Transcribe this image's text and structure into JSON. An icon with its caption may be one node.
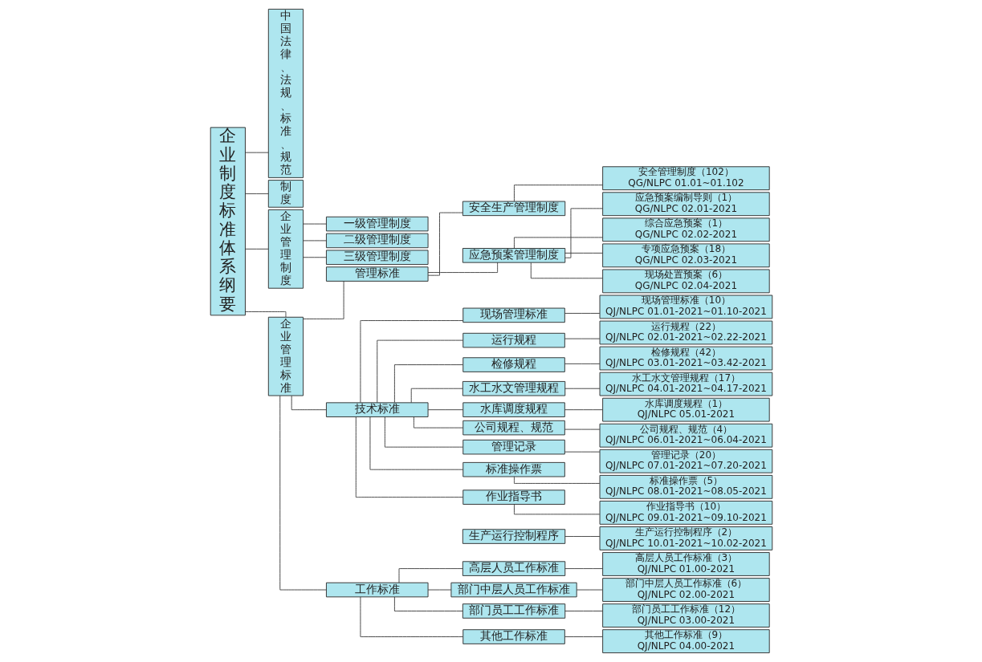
{
  "diagram": {
    "nodes": [
      {
        "text": [
          "企业制度标准体系纲要"
        ]
      },
      {
        "text": [
          "中国法律、法规、标准、规范"
        ]
      },
      {
        "text": [
          "制度"
        ]
      },
      {
        "text": [
          "企业管理制度"
        ]
      },
      {
        "text": [
          "企业管理标准"
        ]
      },
      {
        "text": [
          "一级管理制度"
        ]
      },
      {
        "text": [
          "二级管理制度"
        ]
      },
      {
        "text": [
          "三级管理制度"
        ]
      },
      {
        "text": [
          "管理标准"
        ]
      },
      {
        "text": [
          "技术标准"
        ]
      },
      {
        "text": [
          "工作标准"
        ]
      },
      {
        "text": [
          "安全生产管理制度"
        ]
      },
      {
        "text": [
          "应急预案管理制度"
        ]
      },
      {
        "text": [
          "安全管理制度（102）",
          "QG/NLPC 01.01~01.102"
        ]
      },
      {
        "text": [
          "应急预案编制导则（1）",
          "QG/NLPC 02.01-2021"
        ]
      },
      {
        "text": [
          "综合应急预案（1）",
          "QG/NLPC 02.02-2021"
        ]
      },
      {
        "text": [
          "专项应急预案（18）",
          "QG/NLPC 02.03-2021"
        ]
      },
      {
        "text": [
          "现场处置预案（6）",
          "QG/NLPC 02.04-2021"
        ]
      },
      {
        "text": [
          "现场管理标准"
        ]
      },
      {
        "text": [
          "运行规程"
        ]
      },
      {
        "text": [
          "检修规程"
        ]
      },
      {
        "text": [
          "水工水文管理规程"
        ]
      },
      {
        "text": [
          "水库调度规程"
        ]
      },
      {
        "text": [
          "公司规程、规范"
        ]
      },
      {
        "text": [
          "管理记录"
        ]
      },
      {
        "text": [
          "标准操作票"
        ]
      },
      {
        "text": [
          "作业指导书"
        ]
      },
      {
        "text": [
          "生产运行控制程序"
        ]
      },
      {
        "text": [
          "现场管理标准（10）",
          "QJ/NLPC 01.01-2021~01.10-2021"
        ]
      },
      {
        "text": [
          "运行规程（22）",
          "QJ/NLPC 02.01-2021~02.22-2021"
        ]
      },
      {
        "text": [
          "检修规程（42）",
          "QJ/NLPC 03.01-2021~03.42-2021"
        ]
      },
      {
        "text": [
          "水工水文管理规程（17）",
          "QJ/NLPC 04.01-2021~04.17-2021"
        ]
      },
      {
        "text": [
          "水库调度规程（1）",
          "QJ/NLPC 05.01-2021"
        ]
      },
      {
        "text": [
          "公司规程、规范（4）",
          "QJ/NLPC 06.01-2021~06.04-2021"
        ]
      },
      {
        "text": [
          "管理记录（20）",
          "QJ/NLPC 07.01-2021~07.20-2021"
        ]
      },
      {
        "text": [
          "标准操作票（5）",
          "QJ/NLPC 08.01-2021~08.05-2021"
        ]
      },
      {
        "text": [
          "作业指导书（10）",
          "QJ/NLPC 09.01-2021~09.10-2021"
        ]
      },
      {
        "text": [
          "生产运行控制程序（2）",
          "QJ/NLPC 10.01-2021~10.02-2021"
        ]
      },
      {
        "text": [
          "高层人员工作标准"
        ]
      },
      {
        "text": [
          "部门中层人员工作标准"
        ]
      },
      {
        "text": [
          "部门员工工作标准"
        ]
      },
      {
        "text": [
          "其他工作标准"
        ]
      },
      {
        "text": [
          "高层人员工作标准（3）",
          "QJ/NLPC 01.00-2021"
        ]
      },
      {
        "text": [
          "部门中层人员工作标准（6）",
          "QJ/NLPC 02.00-2021"
        ]
      },
      {
        "text": [
          "部门员工工作标准（12）",
          "QJ/NLPC 03.00-2021"
        ]
      },
      {
        "text": [
          "其他工作标准（9）",
          "QJ/NLPC 04.00-2021"
        ]
      }
    ],
    "edges": [
      {
        "from": 0,
        "to": 1,
        "arrow": "none"
      },
      {
        "from": 0,
        "to": 2,
        "arrow": "none"
      },
      {
        "from": 0,
        "to": 3,
        "arrow": "none"
      },
      {
        "from": 0,
        "to": 4,
        "arrow": "none"
      },
      {
        "from": 3,
        "to": 5,
        "arrow": "none"
      },
      {
        "from": 3,
        "to": 6,
        "arrow": "none"
      },
      {
        "from": 3,
        "to": 7,
        "arrow": "none"
      },
      {
        "from": 4,
        "to": 8,
        "arrow": "none"
      },
      {
        "from": 4,
        "to": 9,
        "arrow": "none"
      },
      {
        "from": 4,
        "to": 10,
        "arrow": "none"
      },
      {
        "from": 8,
        "to": 11,
        "arrow": "none"
      },
      {
        "from": 8,
        "to": 12,
        "arrow": "none"
      },
      {
        "from": 11,
        "to": 13,
        "arrow": "none"
      },
      {
        "from": 12,
        "to": 14,
        "arrow": "none"
      },
      {
        "from": 12,
        "to": 15,
        "arrow": "none"
      },
      {
        "from": 12,
        "to": 16,
        "arrow": "none"
      },
      {
        "from": 12,
        "to": 17,
        "arrow": "none"
      },
      {
        "from": 9,
        "to": 18,
        "arrow": "none"
      },
      {
        "from": 9,
        "to": 19,
        "arrow": "none"
      },
      {
        "from": 9,
        "to": 20,
        "arrow": "none"
      },
      {
        "from": 9,
        "to": 21,
        "arrow": "none"
      },
      {
        "from": 9,
        "to": 22,
        "arrow": "none"
      },
      {
        "from": 9,
        "to": 23,
        "arrow": "none"
      },
      {
        "from": 9,
        "to": 24,
        "arrow": "none"
      },
      {
        "from": 9,
        "to": 25,
        "arrow": "none"
      },
      {
        "from": 9,
        "to": 26,
        "arrow": "none"
      },
      {
        "from": 18,
        "to": 28,
        "arrow": "none"
      },
      {
        "from": 19,
        "to": 29,
        "arrow": "none"
      },
      {
        "from": 20,
        "to": 30,
        "arrow": "none"
      },
      {
        "from": 21,
        "to": 31,
        "arrow": "none"
      },
      {
        "from": 22,
        "to": 32,
        "arrow": "none"
      },
      {
        "from": 23,
        "to": 33,
        "arrow": "none"
      },
      {
        "from": 24,
        "to": 34,
        "arrow": "none"
      },
      {
        "from": 25,
        "to": 35,
        "arrow": "none"
      },
      {
        "from": 26,
        "to": 36,
        "arrow": "none"
      },
      {
        "from": 27,
        "to": 37,
        "arrow": "none"
      },
      {
        "from": 10,
        "to": 38,
        "arrow": "none"
      },
      {
        "from": 10,
        "to": 39,
        "arrow": "none"
      },
      {
        "from": 10,
        "to": 40,
        "arrow": "none"
      },
      {
        "from": 10,
        "to": 41,
        "arrow": "none"
      },
      {
        "from": 38,
        "to": 42,
        "arrow": "none"
      },
      {
        "from": 39,
        "to": 43,
        "arrow": "none"
      },
      {
        "from": 40,
        "to": 44,
        "arrow": "none"
      },
      {
        "from": 41,
        "to": 45,
        "arrow": "none"
      }
    ]
  }
}
